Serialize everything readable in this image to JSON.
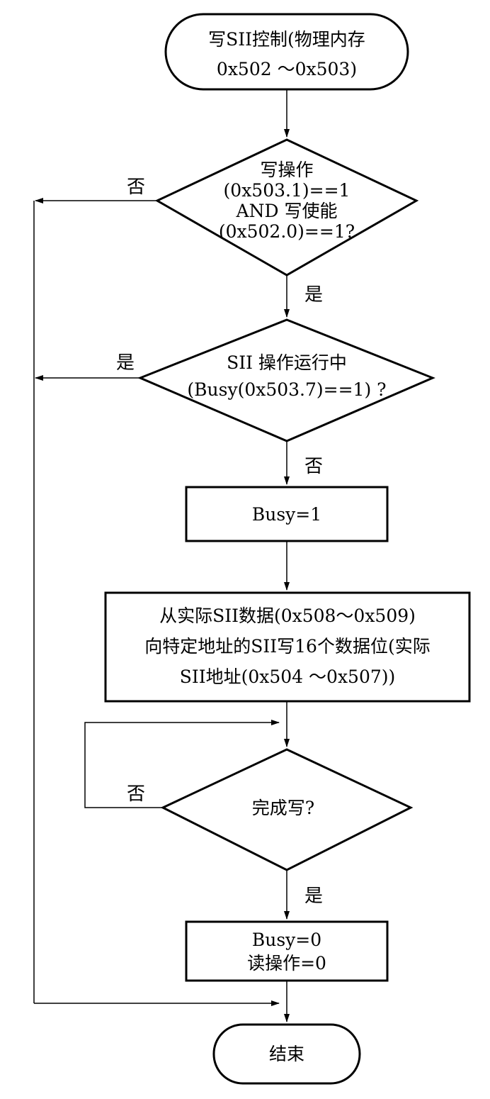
{
  "start": {
    "line1": "写SII控制(物理内存",
    "line2": "0x502 ～0x503)"
  },
  "decision_write_op": {
    "line1": "写操作",
    "line2": "(0x503.1)==1",
    "line3": "AND 写使能",
    "line4": "(0x502.0)==1?",
    "label_no": "否",
    "label_yes": "是"
  },
  "decision_busy": {
    "line1": "SII 操作运行中",
    "line2": "(Busy(0x503.7)==1) ?",
    "label_yes": "是",
    "label_no": "否"
  },
  "process_busy_set": {
    "line1": "Busy=1"
  },
  "process_write": {
    "line1": "从实际SII数据(0x508～0x509)",
    "line2": "向特定地址的SII写16个数据位(实际",
    "line3": "SII地址(0x504 ～0x507))"
  },
  "decision_done": {
    "line1": "完成写?",
    "label_no": "否",
    "label_yes": "是"
  },
  "process_busy_clear": {
    "line1": "Busy=0",
    "line2": "读操作=0"
  },
  "end": {
    "line1": "结束"
  }
}
